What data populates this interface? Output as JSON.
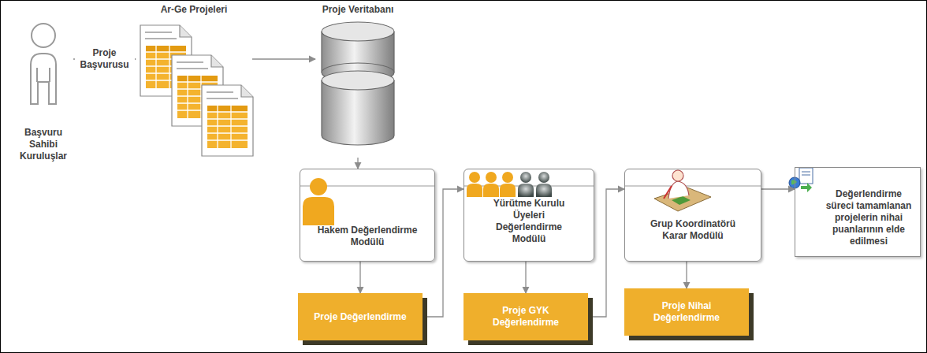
{
  "diagram": {
    "nodes": [
      {
        "text": [
          "Başvuru Sahibi Kuruluşlar"
        ]
      },
      {
        "text": [
          "Ar-Ge Projeleri"
        ]
      },
      {
        "text": [
          "Proje Veritabanı"
        ]
      },
      {
        "text": [
          "Hakem Değerlendirme Modülü"
        ]
      },
      {
        "text": [
          "Yürütme Kurulu Üyeleri Değerlendirme Modülü"
        ]
      },
      {
        "text": [
          "Grup Koordinatörü Karar Modülü"
        ]
      },
      {
        "text": [
          "Değerlendirme süreci tamamlanan projelerin nihai puanlarının elde edilmesi"
        ]
      },
      {
        "text": [
          "Proje Değerlendirme"
        ]
      },
      {
        "text": [
          "Proje GYK Değerlendirme"
        ]
      },
      {
        "text": [
          "Proje Nihai Değerlendirme"
        ]
      }
    ],
    "edges": [
      {
        "from": 0,
        "to": 1,
        "label": "Proje Başvurusu",
        "arrow": "to"
      },
      {
        "from": 1,
        "to": 2,
        "arrow": "to"
      },
      {
        "from": 2,
        "to": 3,
        "arrow": "to"
      },
      {
        "from": 3,
        "to": 7,
        "arrow": "to"
      },
      {
        "from": 7,
        "to": 4,
        "arrow": "to"
      },
      {
        "from": 4,
        "to": 8,
        "arrow": "to"
      },
      {
        "from": 8,
        "to": 5,
        "arrow": "to"
      },
      {
        "from": 5,
        "to": 9,
        "arrow": "to"
      },
      {
        "from": 5,
        "to": 6,
        "arrow": "to"
      }
    ]
  }
}
